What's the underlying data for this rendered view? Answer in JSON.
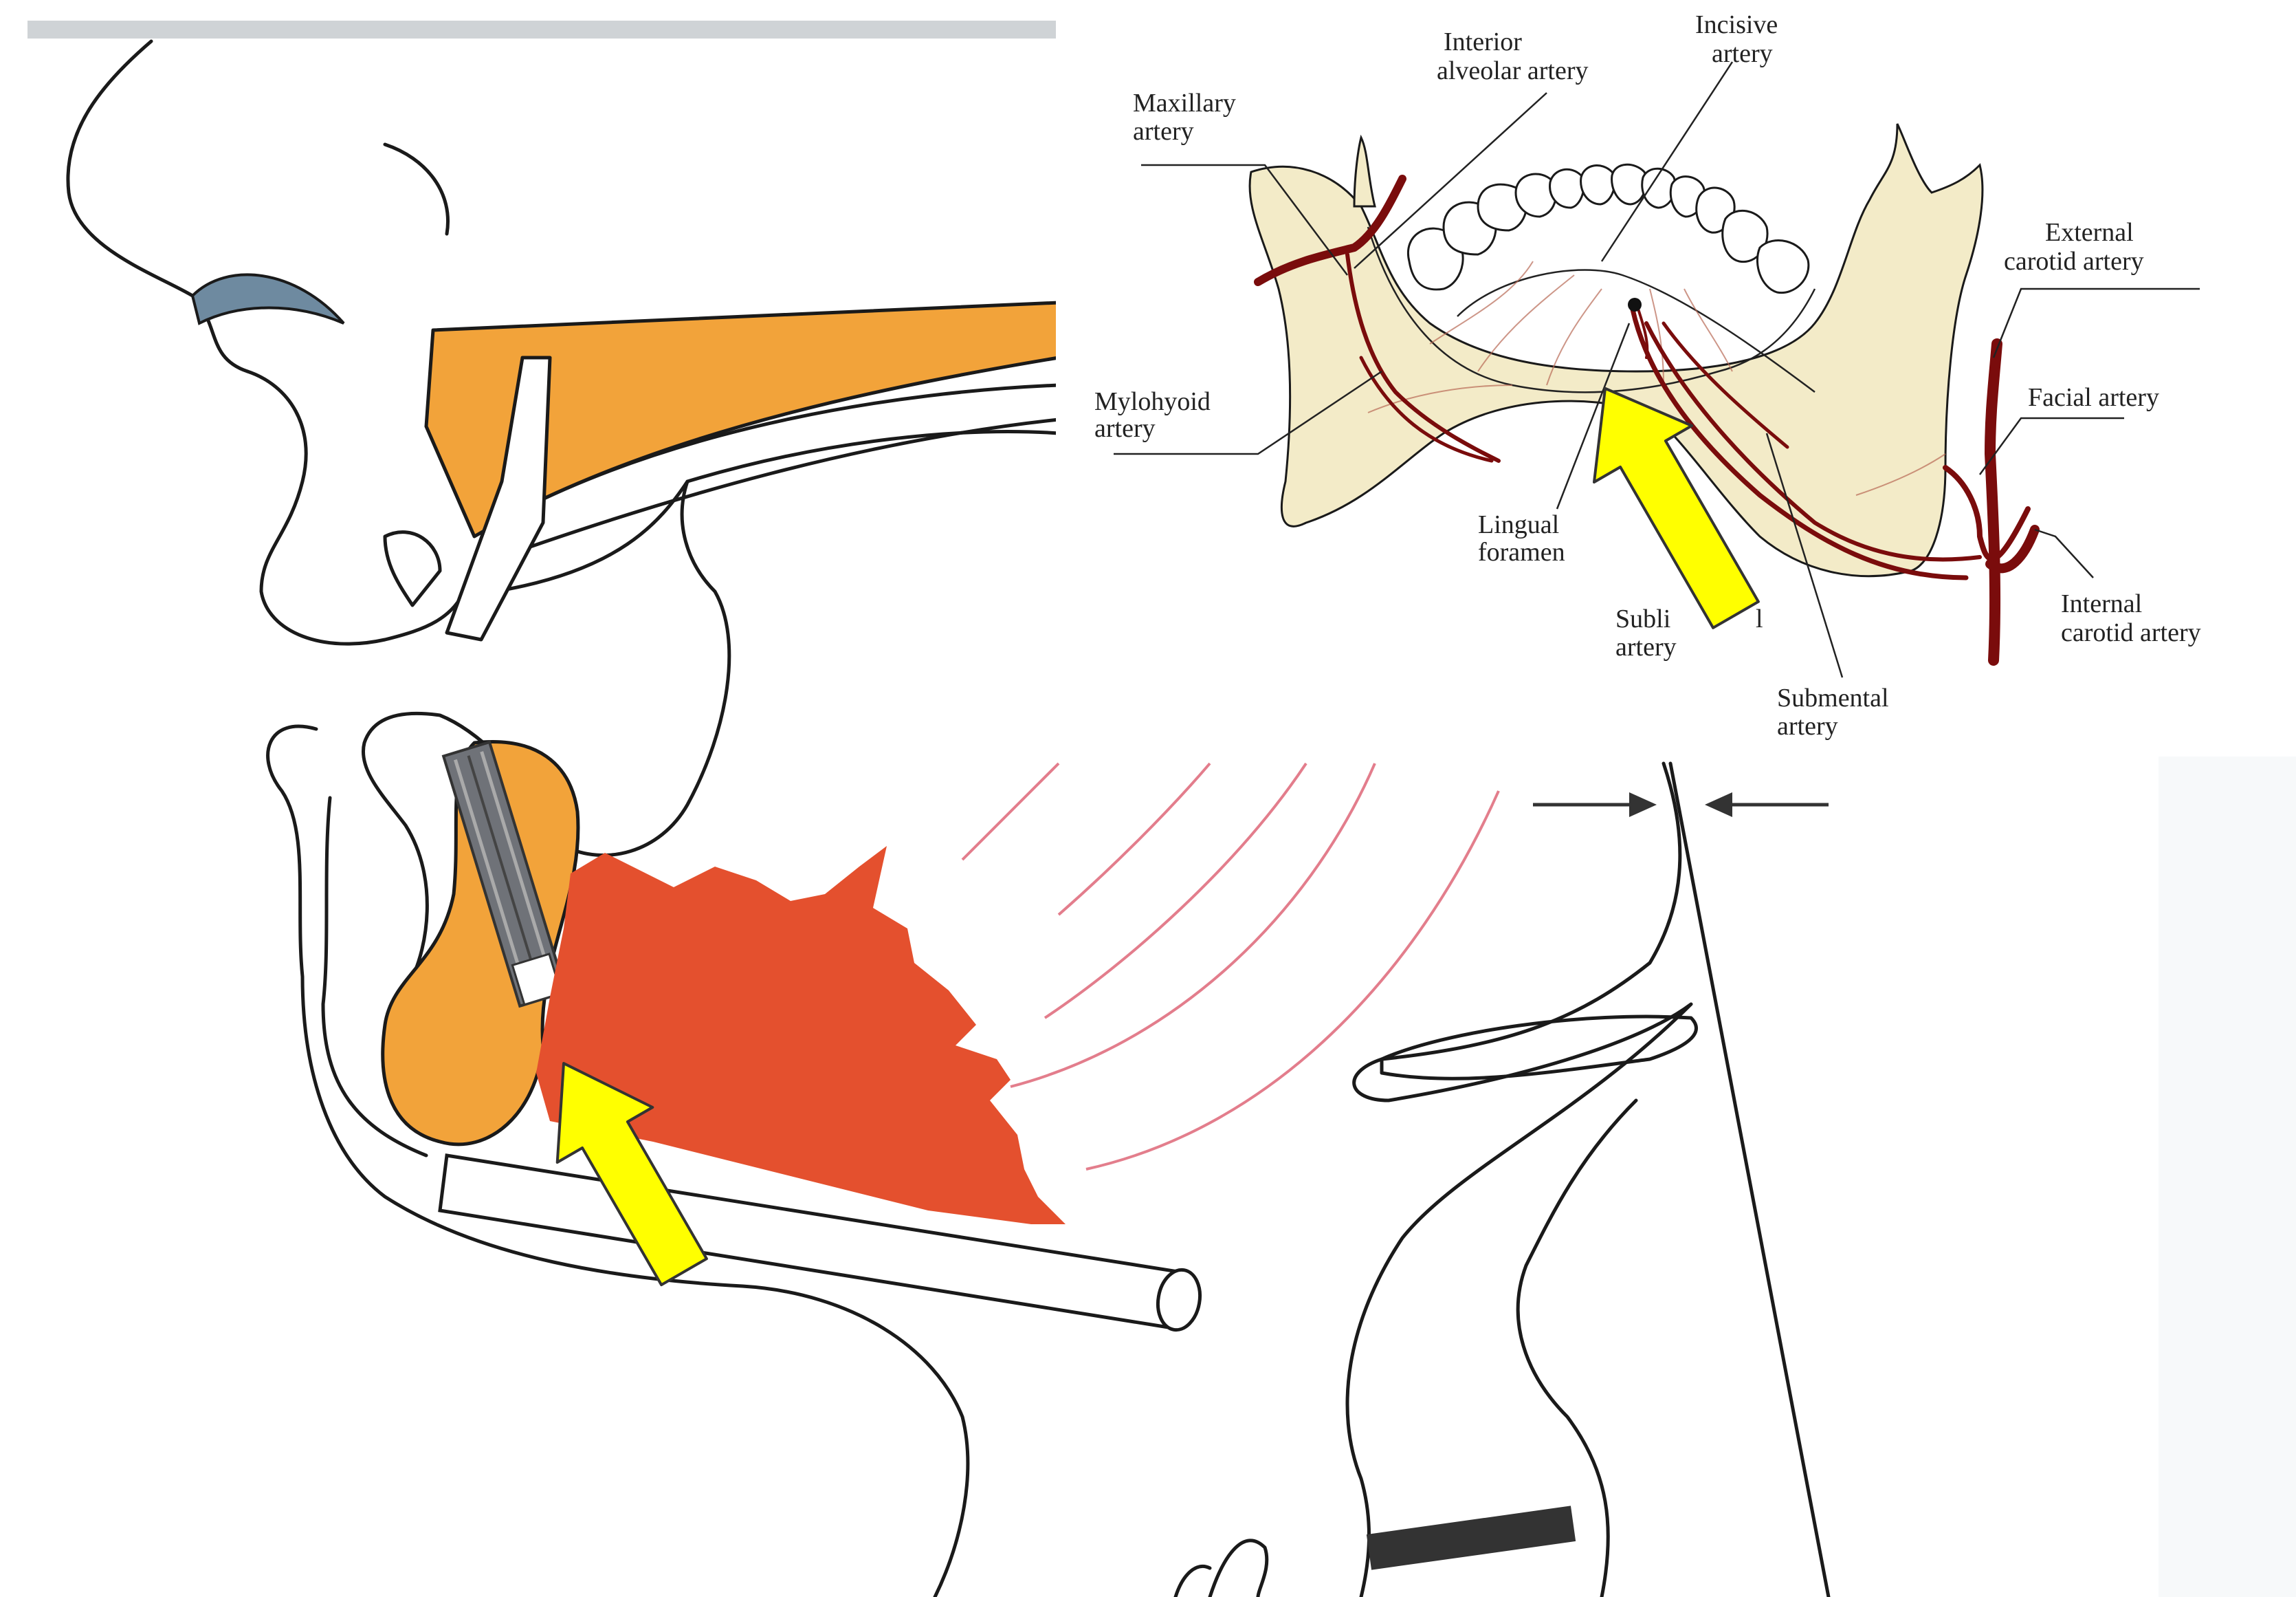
{
  "inset": {
    "labels": {
      "interior_line1": "Interior",
      "interior_line2": "alveolar artery",
      "incisive_line1": "Incisive",
      "incisive_line2": "artery",
      "maxillary_line1": "Maxillary",
      "maxillary_line2": "artery",
      "external_line1": "External",
      "external_line2": "carotid artery",
      "mylohyoid_line1": "Mylohyoid",
      "mylohyoid_line2": "artery",
      "facial": "Facial artery",
      "lingual_line1": "Lingual",
      "lingual_line2": "foramen",
      "sublingual_line1": "Subli",
      "sublingual_line1b": "l",
      "sublingual_line2": "artery",
      "submental_line1": "Submental",
      "submental_line2": "artery",
      "internal_line1": "Internal",
      "internal_line2": "carotid artery"
    }
  },
  "colors": {
    "bone_orange": "#f2a33a",
    "bleed_red": "#e4502e",
    "wave_pink": "#e07080",
    "artery_red": "#7a0c0c",
    "mandible_cream": "#f3ebc8",
    "highlight_arrow": "#ffff00"
  },
  "icons": {
    "annotation_arrow": "arrow-icon",
    "dimension_arrow": "arrowhead-icon"
  }
}
